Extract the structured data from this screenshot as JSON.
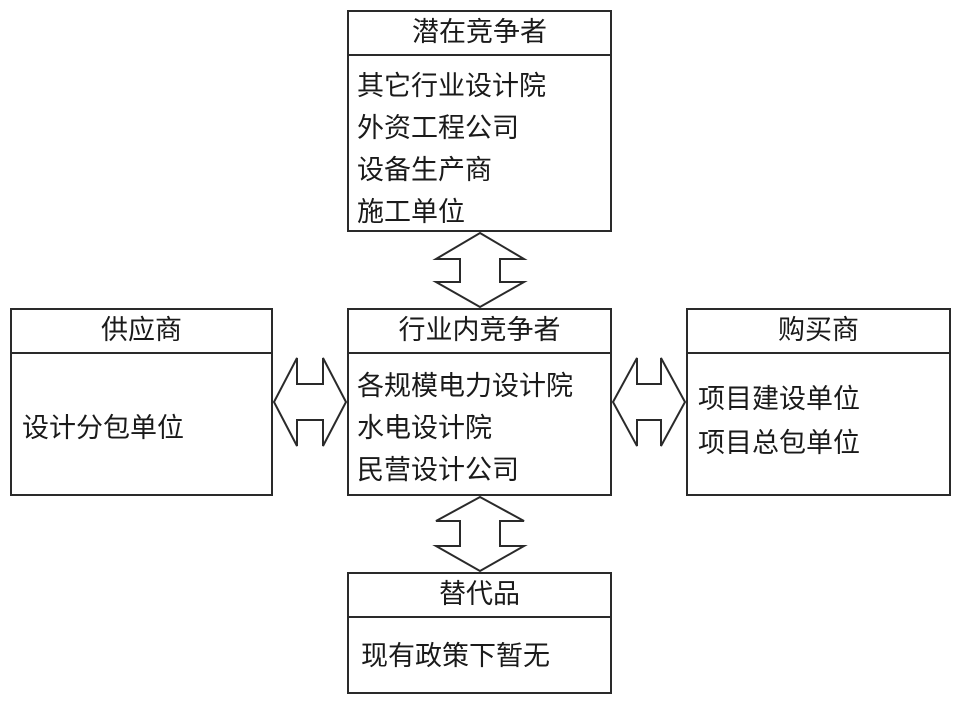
{
  "potential_competitors": {
    "title": "潜在竞争者",
    "items": [
      "其它行业设计院",
      "外资工程公司",
      "设备生产商",
      "施工单位"
    ]
  },
  "industry_competitors": {
    "title": "行业内竞争者",
    "items": [
      "各规模电力设计院",
      "水电设计院",
      "民营设计公司"
    ]
  },
  "suppliers": {
    "title": "供应商",
    "items": [
      "设计分包单位"
    ]
  },
  "buyers": {
    "title": "购买商",
    "items": [
      "项目建设单位",
      "项目总包单位"
    ]
  },
  "substitutes": {
    "title": "替代品",
    "items": [
      "现有政策下暂无"
    ]
  },
  "colors": {
    "stroke": "#2a2a2a",
    "fill": "#ffffff"
  }
}
